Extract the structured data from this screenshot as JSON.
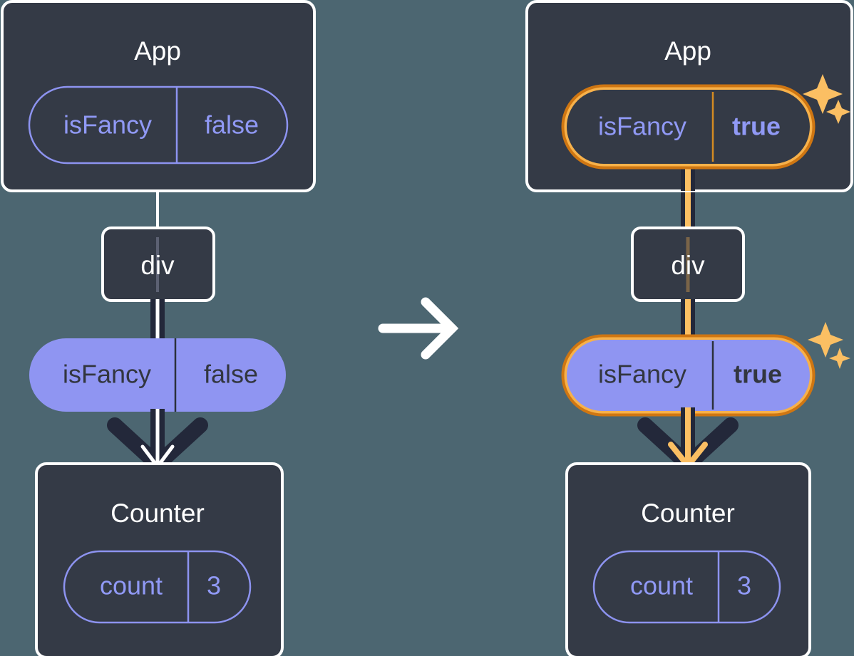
{
  "diagram": {
    "title": "React state update propagation diagram",
    "background_color": "#4c6671",
    "card_color": "#343a46",
    "accent_purple": "#8f95f2",
    "accent_orange": "#f7b14a",
    "accent_orange_dark": "#cf7612",
    "wire_dark": "#23283a",
    "transition_icon": "right-arrow-icon"
  },
  "panels": [
    {
      "id": "before",
      "app": {
        "title": "App",
        "state": {
          "key": "isFancy",
          "value": "false",
          "highlighted": false,
          "style": "outline"
        }
      },
      "div": {
        "label": "div"
      },
      "prop": {
        "key": "isFancy",
        "value": "false",
        "highlighted": false,
        "style": "solid"
      },
      "counter": {
        "title": "Counter",
        "state": {
          "key": "count",
          "value": "3",
          "style": "outline"
        }
      },
      "wire_color": "#ffffff",
      "sparkles": false
    },
    {
      "id": "after",
      "app": {
        "title": "App",
        "state": {
          "key": "isFancy",
          "value": "true",
          "highlighted": true,
          "style": "outline"
        }
      },
      "div": {
        "label": "div"
      },
      "prop": {
        "key": "isFancy",
        "value": "true",
        "highlighted": true,
        "style": "solid"
      },
      "counter": {
        "title": "Counter",
        "state": {
          "key": "count",
          "value": "3",
          "style": "outline"
        }
      },
      "wire_color": "#fbbf63",
      "sparkles": true
    }
  ]
}
